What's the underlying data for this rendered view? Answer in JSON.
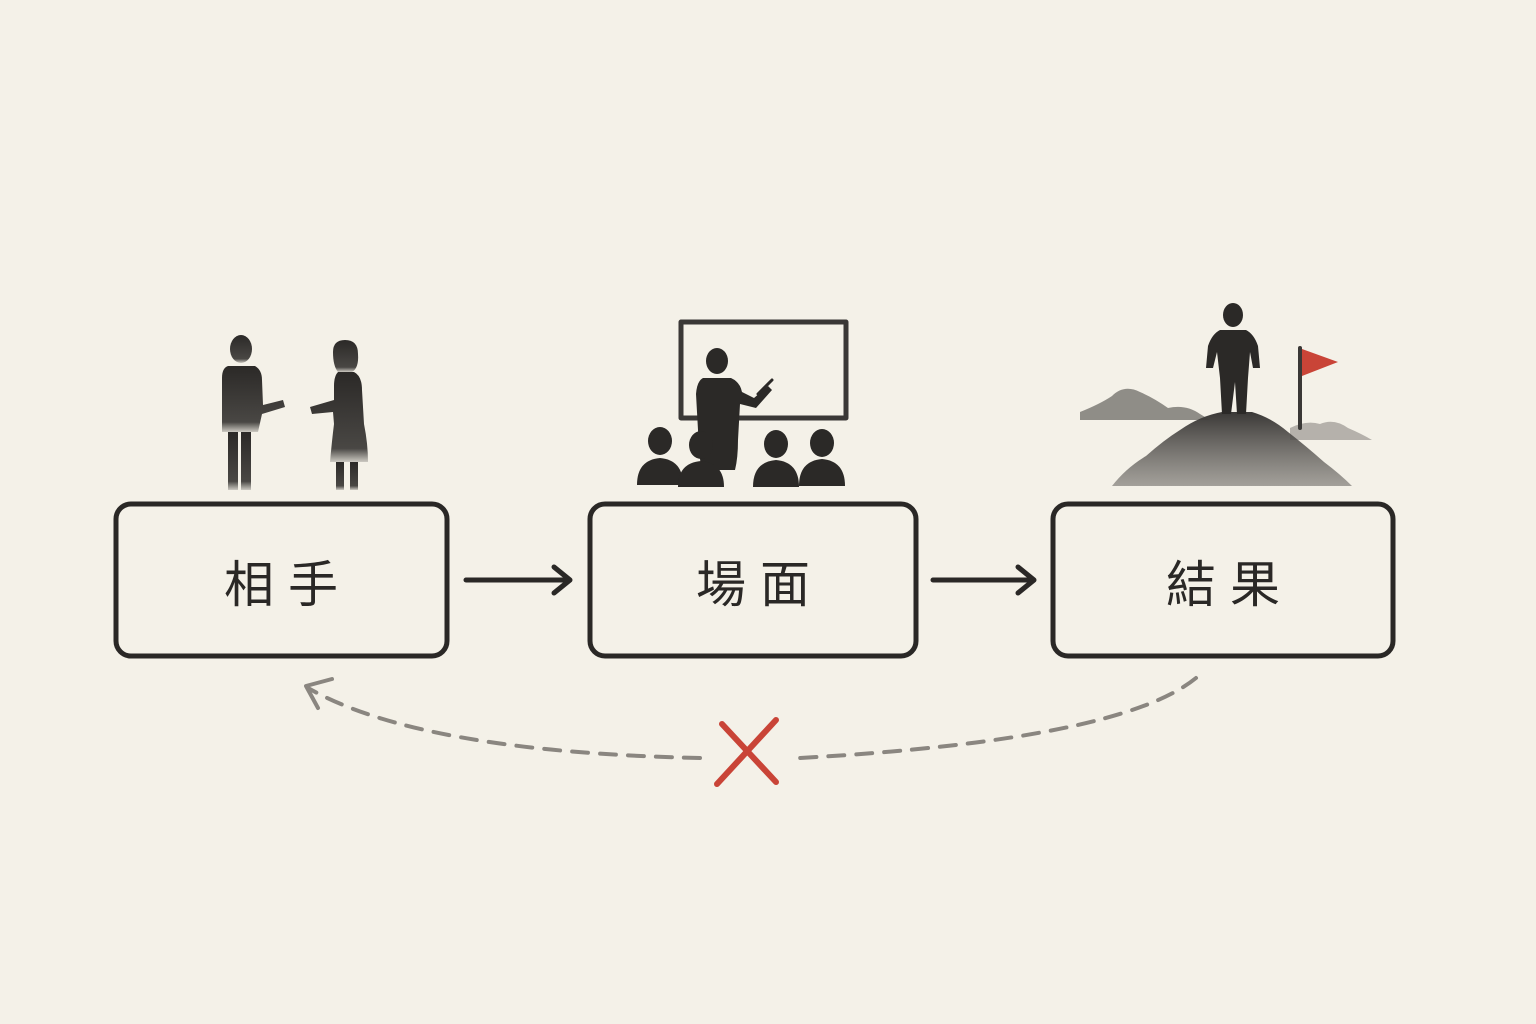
{
  "nodes": [
    {
      "id": "partner",
      "label": "相手",
      "illustration": "two-people-talking-icon"
    },
    {
      "id": "scene",
      "label": "場面",
      "illustration": "presentation-audience-icon"
    },
    {
      "id": "result",
      "label": "結果",
      "illustration": "mountain-summit-flag-icon"
    }
  ],
  "edges": [
    {
      "from": "partner",
      "to": "scene",
      "style": "solid-arrow"
    },
    {
      "from": "scene",
      "to": "result",
      "style": "solid-arrow"
    },
    {
      "from": "result",
      "to": "partner",
      "style": "dashed-arrow",
      "marker": "cross-icon"
    }
  ],
  "colors": {
    "background": "#f4f1e8",
    "ink": "#2a2826",
    "accent": "#c94437",
    "dashed": "#8a8680"
  }
}
